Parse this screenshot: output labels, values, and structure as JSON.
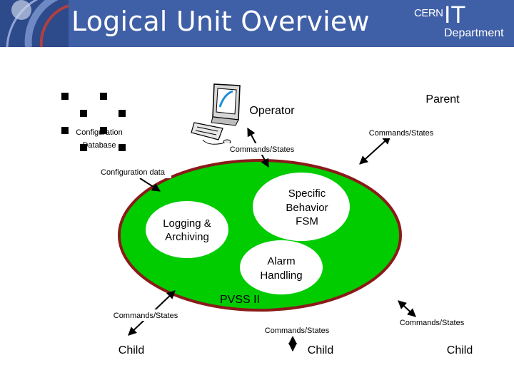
{
  "slide": {
    "title": "Logical Unit Overview",
    "logo": {
      "org": "CERN",
      "unit": "IT",
      "department": "Department"
    }
  },
  "diagram": {
    "nodes": {
      "operator": "Operator",
      "parent": "Parent",
      "config_db_line1": "Configuration",
      "config_db_line2": "Database",
      "specific_fsm_line1": "Specific",
      "specific_fsm_line2": "Behavior",
      "specific_fsm_line3": "FSM",
      "logging_line1": "Logging &",
      "logging_line2": "Archiving",
      "alarm_line1": "Alarm",
      "alarm_line2": "Handling",
      "pvss": "PVSS II",
      "child_left": "Child",
      "child_center": "Child",
      "child_right": "Child"
    },
    "edge_labels": {
      "parent_link": "Commands/States",
      "operator_link": "Commands/States",
      "config_link": "Configuration data",
      "child_left_link": "Commands/States",
      "child_center_link": "Commands/States",
      "child_right_link": "Commands/States"
    },
    "colors": {
      "header": "#3f5fa6",
      "unit_fill": "#00cc00",
      "unit_border": "#8b1a1a",
      "bubble_fill": "#ffffff"
    }
  }
}
